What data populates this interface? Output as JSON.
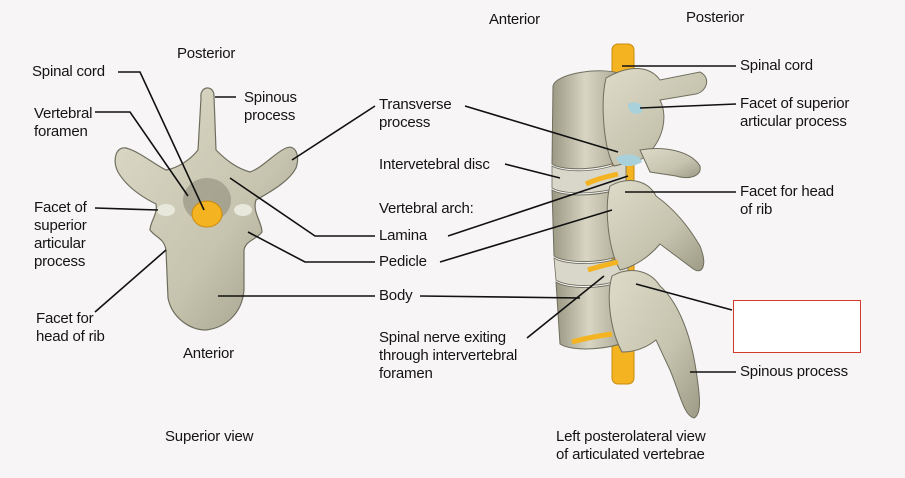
{
  "superior": {
    "posterior": "Posterior",
    "anterior": "Anterior",
    "spinal_cord": "Spinal cord",
    "vertebral_foramen": "Vertebral\nforamen",
    "facet_superior": "Facet of\nsuperior\narticular\nprocess",
    "facet_rib": "Facet for\nhead of rib",
    "spinous": "Spinous\nprocess",
    "caption": "Superior view"
  },
  "middle": {
    "transverse": "Transverse\nprocess",
    "disc": "Intervetebral disc",
    "arch": "Vertebral arch:",
    "lamina": "Lamina",
    "pedicle": "Pedicle",
    "body": "Body",
    "nerve": "Spinal nerve exiting\nthrough intervertebral\nforamen"
  },
  "lateral": {
    "anterior": "Anterior",
    "posterior": "Posterior",
    "spinal_cord": "Spinal cord",
    "facet_superior": "Facet of superior\narticular process",
    "facet_rib": "Facet for head\nof rib",
    "spinous": "Spinous process",
    "caption": "Left posterolateral view\nof articulated vertebrae"
  },
  "colors": {
    "bone": "#c9c7b3",
    "bone_shadow": "#8d8c7a",
    "cord": "#f4b320",
    "answer_box": "#d23b2e"
  }
}
